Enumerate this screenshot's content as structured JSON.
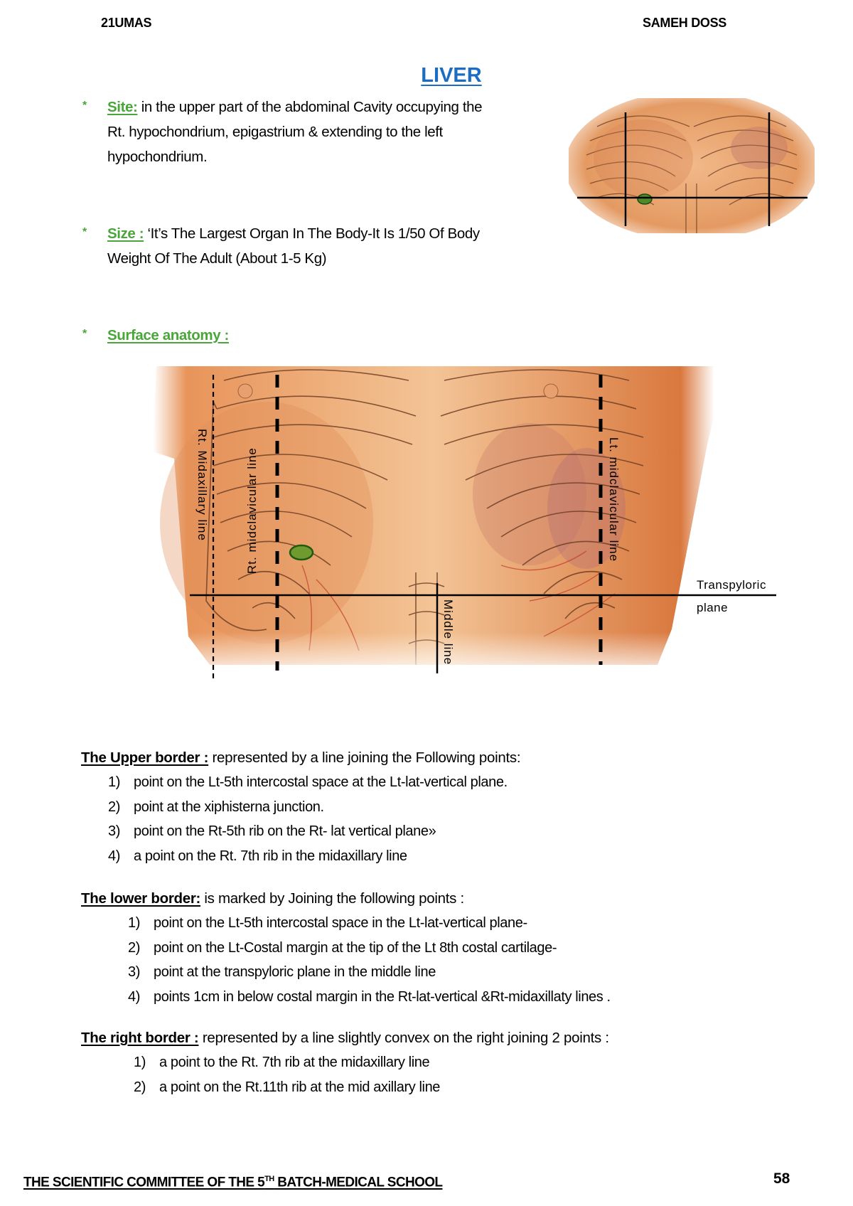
{
  "header": {
    "left": "21UMAS",
    "right": "SAMEH DOSS"
  },
  "title": "LIVER",
  "colors": {
    "title_blue": "#1b6cc4",
    "label_green": "#4aa53a",
    "skin": "#e89a63",
    "text": "#000000"
  },
  "sections": {
    "site": {
      "bullet": "*",
      "label": " Site:",
      "line1": " in the upper part of the abdominal Cavity occupying the",
      "line2": "Rt. hypochondrium, epigastrium & extending to the left",
      "line3": "hypochondrium."
    },
    "size": {
      "bullet": "*",
      "label": "Size :",
      "line1": " ‘It’s The Largest Organ In The Body-It Is 1/50  Of Body",
      "line2": "Weight Of The Adult (About 1-5 Kg)"
    },
    "surface": {
      "bullet": "*",
      "label": "Surface anatomy :"
    }
  },
  "small_figure": {
    "icon": "abdomen-rib-cage-illustration",
    "description": "Abdomen illustration with two vertical lines and one horizontal transpyloric line"
  },
  "large_figure": {
    "icon": "abdomen-surface-anatomy-illustration",
    "labels": {
      "rt_midaxillary": "Rt. Midaxillary line",
      "rt_midclavicular": "Rt. midclavicular line",
      "lt_midclavicular": "Lt. midclavicular line",
      "middle": "Middle line",
      "transpyloric_1": "Transpyloric",
      "transpyloric_2": "plane"
    }
  },
  "upper_border": {
    "heading": "The Upper border :",
    "intro": " represented by a line joining the Following points:",
    "items": [
      {
        "num": "1)",
        "text": "point on the Lt-5th intercostal space at the Lt-lat-vertical plane."
      },
      {
        "num": "2)",
        "text": "point at the xiphisterna  junction."
      },
      {
        "num": "3)",
        "text": "point on the Rt-5th rib on the Rt- lat vertical plane»"
      },
      {
        "num": "4)",
        "text": "a point on the Rt. 7th rib in the midaxillary line"
      }
    ]
  },
  "lower_border": {
    "heading": "The lower border:",
    "intro": " is marked by Joining the following points :",
    "items": [
      {
        "num": "1)",
        "text": "point on the Lt-5th intercostal space in the Lt-lat-vertical plane-"
      },
      {
        "num": "2)",
        "text": "point on the Lt-Costal margin at the tip of the Lt 8th costal cartilage-"
      },
      {
        "num": "3)",
        "text": "point at the transpyloric plane in the middle line"
      },
      {
        "num": "4)",
        "text": "points 1cm in below costal margin in the Rt-lat-vertical &Rt-midaxillaty lines ."
      }
    ]
  },
  "right_border": {
    "heading": "The right border :",
    "intro": " represented by a line slightly convex on the right joining 2 points :",
    "items": [
      {
        "num": "1)",
        "text": "a point to the Rt. 7th rib at the midaxillary line"
      },
      {
        "num": "2)",
        "text": "a point on the Rt.11th rib at the mid axillary line"
      }
    ]
  },
  "footer": {
    "text_before": "THE SCIENTIFIC COMMITTEE OF THE 5",
    "superscript": "TH",
    "text_after": " BATCH-MEDICAL SCHOOL",
    "page_number": "58"
  }
}
